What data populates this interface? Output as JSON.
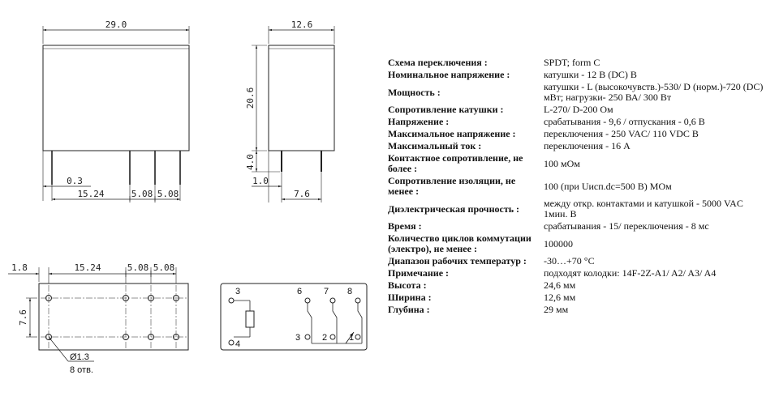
{
  "drawing": {
    "front": {
      "width": "29.0",
      "pin_offset": "0.3",
      "pitch_a": "15.24",
      "pitch_b": "5.08",
      "pitch_c": "5.08"
    },
    "side": {
      "depth": "12.6",
      "height": "20.6",
      "pin_length": "4.0",
      "edge_offset": "1.0",
      "pin_spacing": "7.6"
    },
    "footprint": {
      "edge_offset": "1.8",
      "pitch_a": "15.24",
      "pitch_b": "5.08",
      "pitch_c": "5.08",
      "row_spacing": "7.6",
      "hole_diameter": "Ø1.3",
      "hole_count": "8 отв."
    },
    "schematic": {
      "pins": {
        "p3_top": "3",
        "p4": "4",
        "p6": "6",
        "p7": "7",
        "p8": "8",
        "p3_bottom": "3",
        "p2": "2",
        "p1": "1"
      }
    }
  },
  "specs": [
    {
      "key": "Схема переключения :",
      "value": "SPDT; form C"
    },
    {
      "key": "Номинальное напряжение :",
      "value": "катушки - 12 В (DC) В"
    },
    {
      "key": "Мощность :",
      "value": "катушки - L (высокочувств.)-530/ D (норм.)-720 (DC) мВт; нагрузки- 250 ВА/ 300 Вт"
    },
    {
      "key": "Сопротивление катушки :",
      "value": "L-270/ D-200 Ом"
    },
    {
      "key": "Напряжение :",
      "value": "срабатывания - 9,6 / отпускания - 0,6 В"
    },
    {
      "key": "Максимальное напряжение :",
      "value": "переключения - 250 VAC/ 110 VDC В"
    },
    {
      "key": "Максимальный ток :",
      "value": "переключения - 16 А"
    },
    {
      "key": "Контактное сопротивление, не более :",
      "value": "100 мОм"
    },
    {
      "key": "Сопротивление изоляции, не менее :",
      "value": "100 (при Uисп.dc=500 В) МОм"
    },
    {
      "key": "Диэлектрическая прочность :",
      "value": "между откр. контактами и катушкой - 5000 VAC 1мин. В"
    },
    {
      "key": "Время :",
      "value": "срабатывания - 15/ переключения - 8 мс"
    },
    {
      "key": "Количество циклов коммутации (электро), не менее :",
      "value": "100000"
    },
    {
      "key": "Диапазон рабочих температур :",
      "value": "-30…+70 °С"
    },
    {
      "key": "Примечание :",
      "value": "подходят колодки: 14F-2Z-A1/ A2/ A3/ A4"
    },
    {
      "key": "Высота :",
      "value": "24,6 мм"
    },
    {
      "key": "Ширина :",
      "value": "12,6 мм"
    },
    {
      "key": "Глубина :",
      "value": "29 мм"
    }
  ]
}
